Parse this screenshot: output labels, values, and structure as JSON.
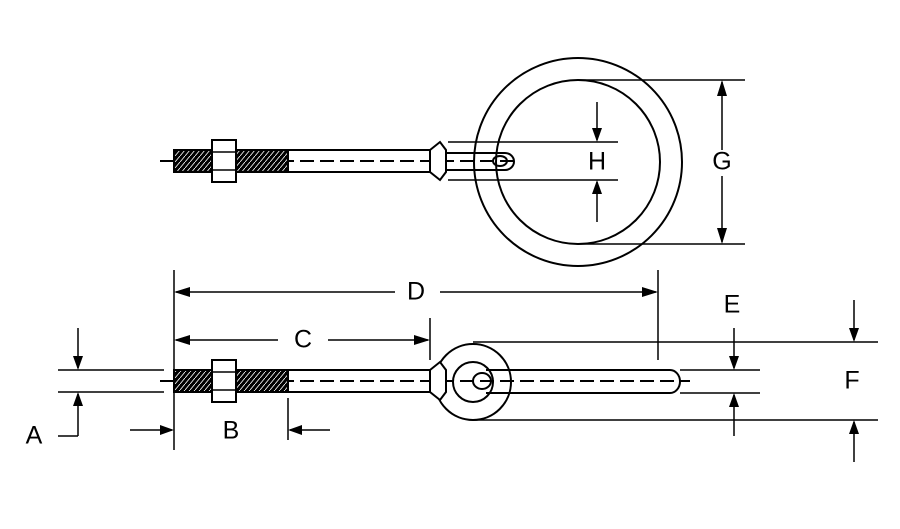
{
  "colors": {
    "ink": "#000000",
    "paper": "#ffffff"
  },
  "labels": {
    "A": "A",
    "B": "B",
    "C": "C",
    "D": "D",
    "E": "E",
    "F": "F",
    "G": "G",
    "H": "H"
  },
  "views": {
    "top": "eye-bolt-with-ring-top-view",
    "side": "eye-bolt-with-ring-side-view"
  }
}
